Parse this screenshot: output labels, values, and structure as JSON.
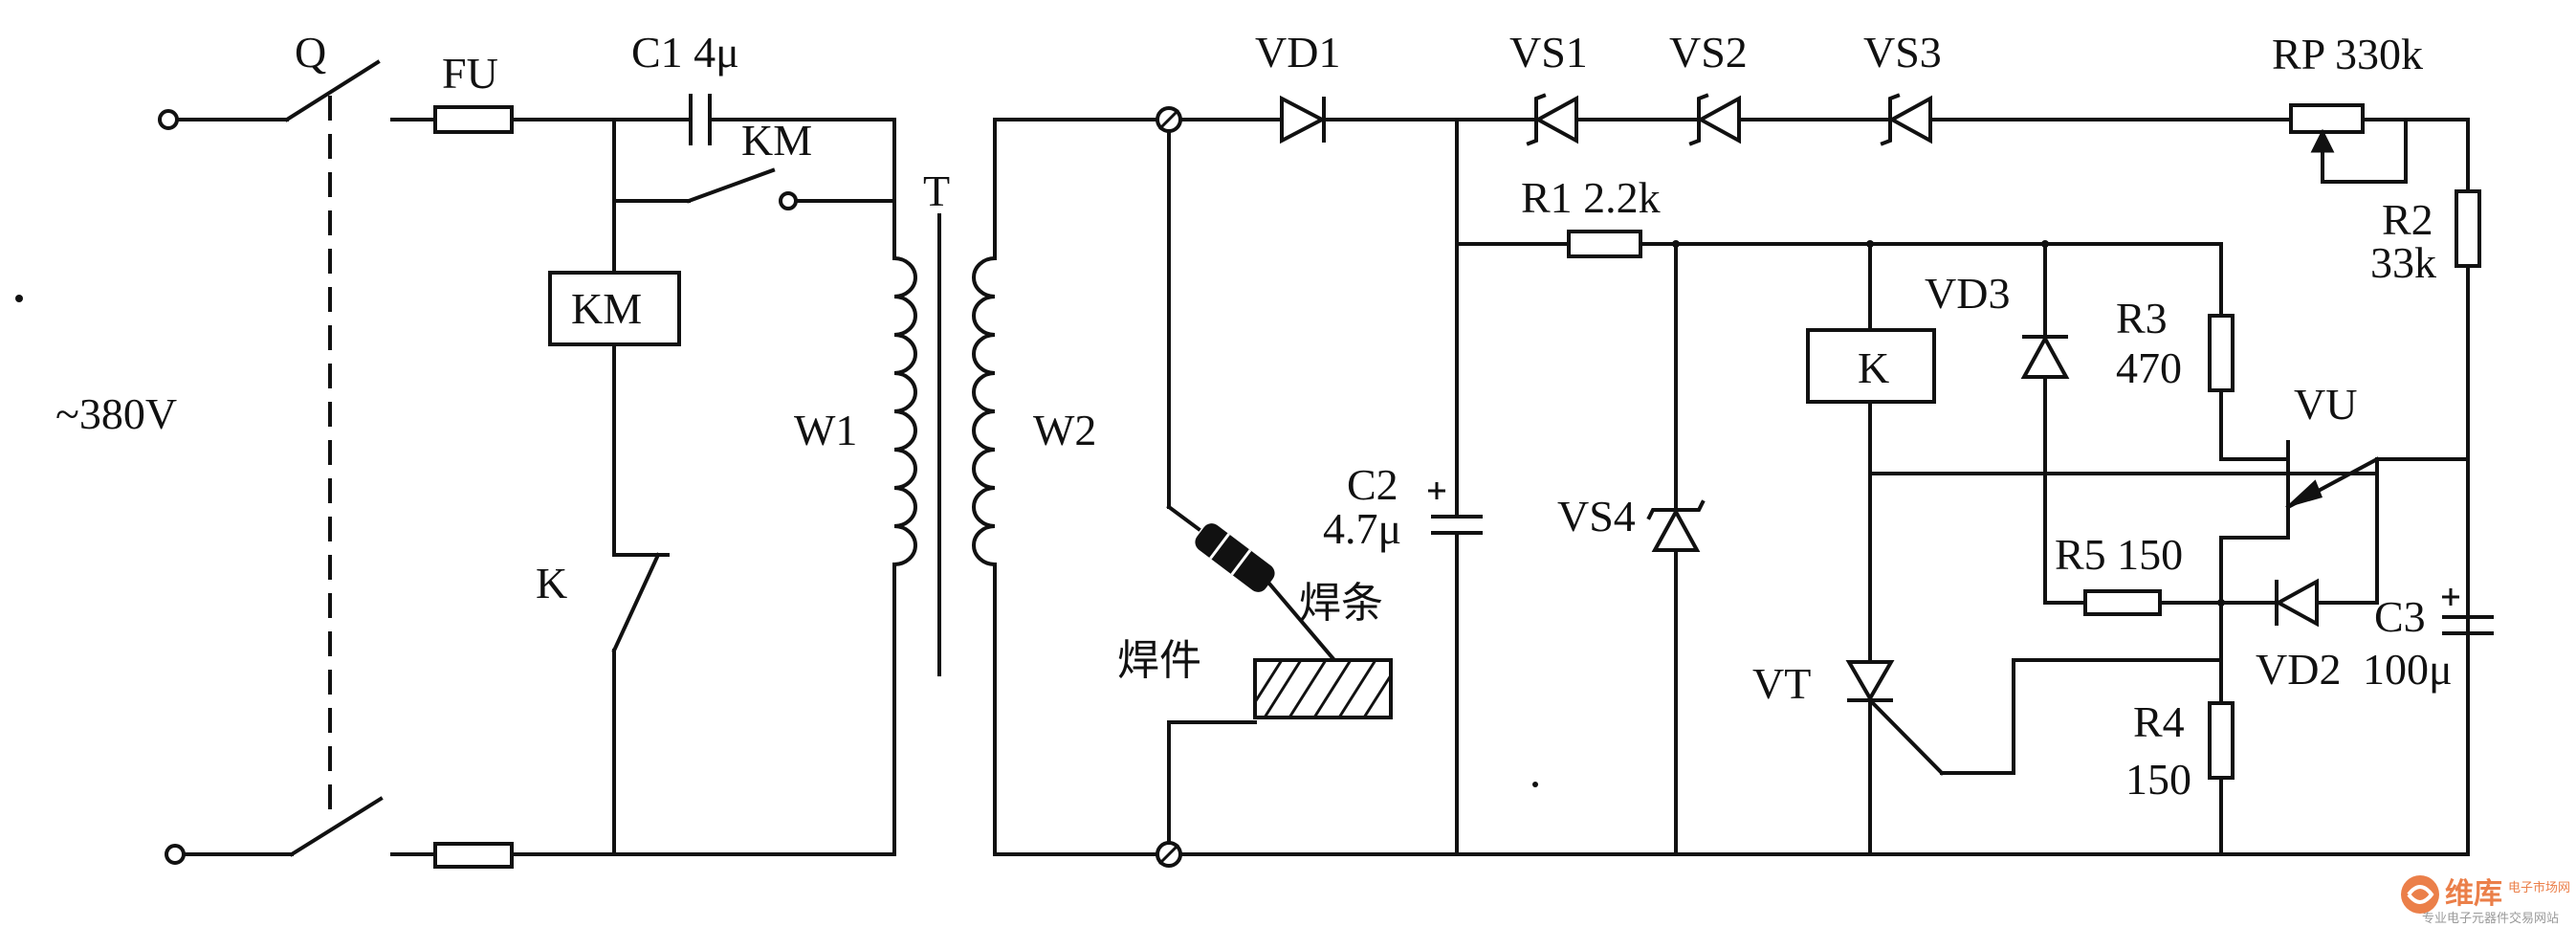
{
  "labels": {
    "q": "Q",
    "fu": "FU",
    "c1": "C1 4μ",
    "km_contact": "KM",
    "t": "T",
    "km_coil": "KM",
    "w1": "W1",
    "w2": "W2",
    "k_switch": "K",
    "supply": "~380V",
    "vd1": "VD1",
    "vs1": "VS1",
    "vs2": "VS2",
    "vs3": "VS3",
    "rp": "RP 330k",
    "r1": "R1 2.2k",
    "r2": "R2",
    "r2_val": "33k",
    "vd3": "VD3",
    "r3": "R3",
    "r3_val": "470",
    "k_relay": "K",
    "vu": "VU",
    "c2": "C2",
    "c2_val": "4.7μ",
    "vs4": "VS4",
    "electrode": "焊条",
    "workpiece": "焊件",
    "r5": "R5 150",
    "c3": "C3",
    "vd2": "VD2",
    "c3_val": "100μ",
    "vt": "VT",
    "r4": "R4",
    "r4_val": "150"
  },
  "watermark": {
    "brand": "维库",
    "site": "电子市场网",
    "tagline": "专业电子元器件交易网站",
    "color": "#e8692a"
  }
}
